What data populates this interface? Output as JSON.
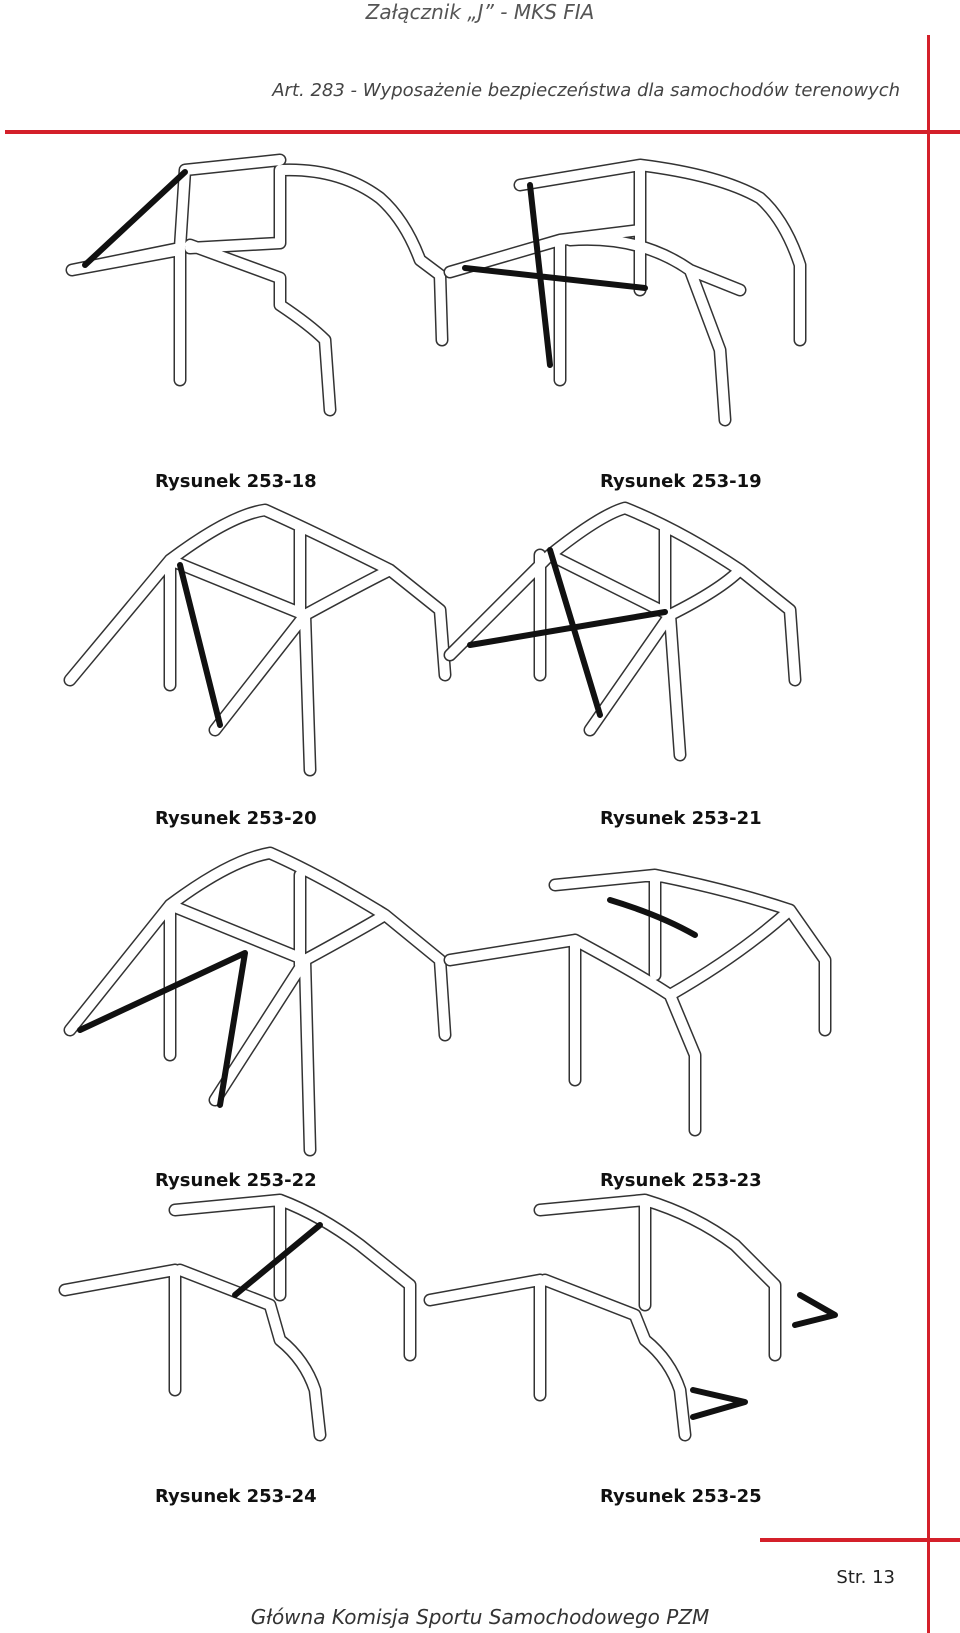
{
  "header": {
    "title": "Załącznik „J” - MKS FIA",
    "subtitle": "Art. 283 -  Wyposażenie bezpieczeństwa dla samochodów terenowych"
  },
  "figures": [
    {
      "caption": "Rysunek 253-18"
    },
    {
      "caption": "Rysunek 253-19"
    },
    {
      "caption": "Rysunek 253-20"
    },
    {
      "caption": "Rysunek 253-21"
    },
    {
      "caption": "Rysunek 253-22"
    },
    {
      "caption": "Rysunek 253-23"
    },
    {
      "caption": "Rysunek 253-24"
    },
    {
      "caption": "Rysunek 253-25"
    }
  ],
  "page_number": "Str. 13",
  "footer": "Główna Komisja Sportu Samochodowego PZM",
  "colors": {
    "accent_line": "#d4202a",
    "tube_outline": "#333333",
    "brace": "#111111"
  }
}
